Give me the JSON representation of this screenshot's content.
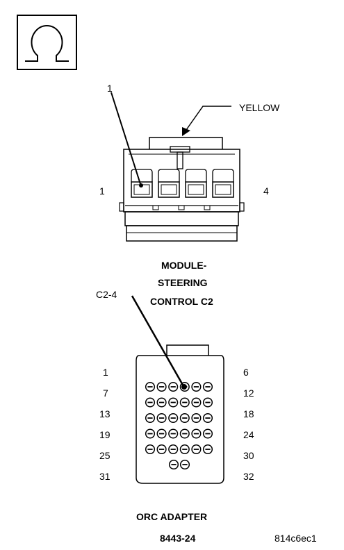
{
  "symbol": {
    "icon": "ohm-icon"
  },
  "connector_top": {
    "callout_number": "1",
    "color_label": "YELLOW",
    "pin_left": "1",
    "pin_right": "4",
    "name_lines": [
      "MODULE-",
      "STEERING",
      "CONTROL C2"
    ]
  },
  "adapter": {
    "callout": "C2-4",
    "left_pins": [
      "1",
      "7",
      "13",
      "19",
      "25",
      "31"
    ],
    "right_pins": [
      "6",
      "12",
      "18",
      "24",
      "30",
      "32"
    ],
    "name": "ORC ADAPTER",
    "part_number": "8443-24"
  },
  "figure_id": "814c6ec1"
}
